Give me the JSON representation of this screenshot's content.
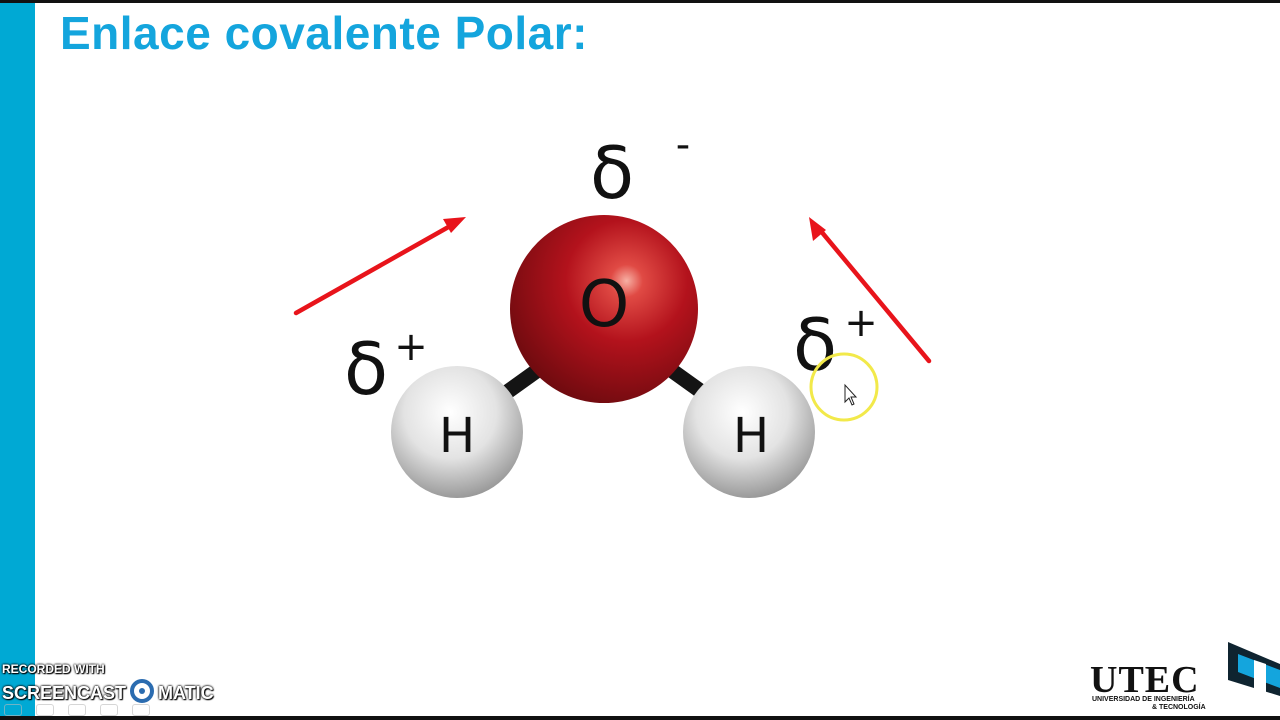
{
  "slide": {
    "title": "Enlace covalente Polar:",
    "accent_color": "#00a9d4",
    "title_color": "#14a5dd"
  },
  "molecule": {
    "oxygen_label": "O",
    "hydrogen_left_label": "H",
    "hydrogen_right_label": "H",
    "oxygen_charge_symbol": "δ",
    "oxygen_charge_sign": "-",
    "hydrogen_left_charge_symbol": "δ",
    "hydrogen_left_charge_sign": "+",
    "hydrogen_right_charge_symbol": "δ",
    "hydrogen_right_charge_sign": "+",
    "oxygen_color": "#b3121c",
    "hydrogen_color": "#e3e3e3",
    "arrow_color": "#e8141b",
    "highlight_color": "#f2e94a"
  },
  "watermark": {
    "line1": "RECORDED WITH",
    "brand_left": "SCREENCAST",
    "brand_right": "MATIC"
  },
  "logo": {
    "name": "UTEC",
    "subtitle_line1": "UNIVERSIDAD DE INGENIERÍA",
    "subtitle_line2": "& TECNOLOGÍA"
  }
}
